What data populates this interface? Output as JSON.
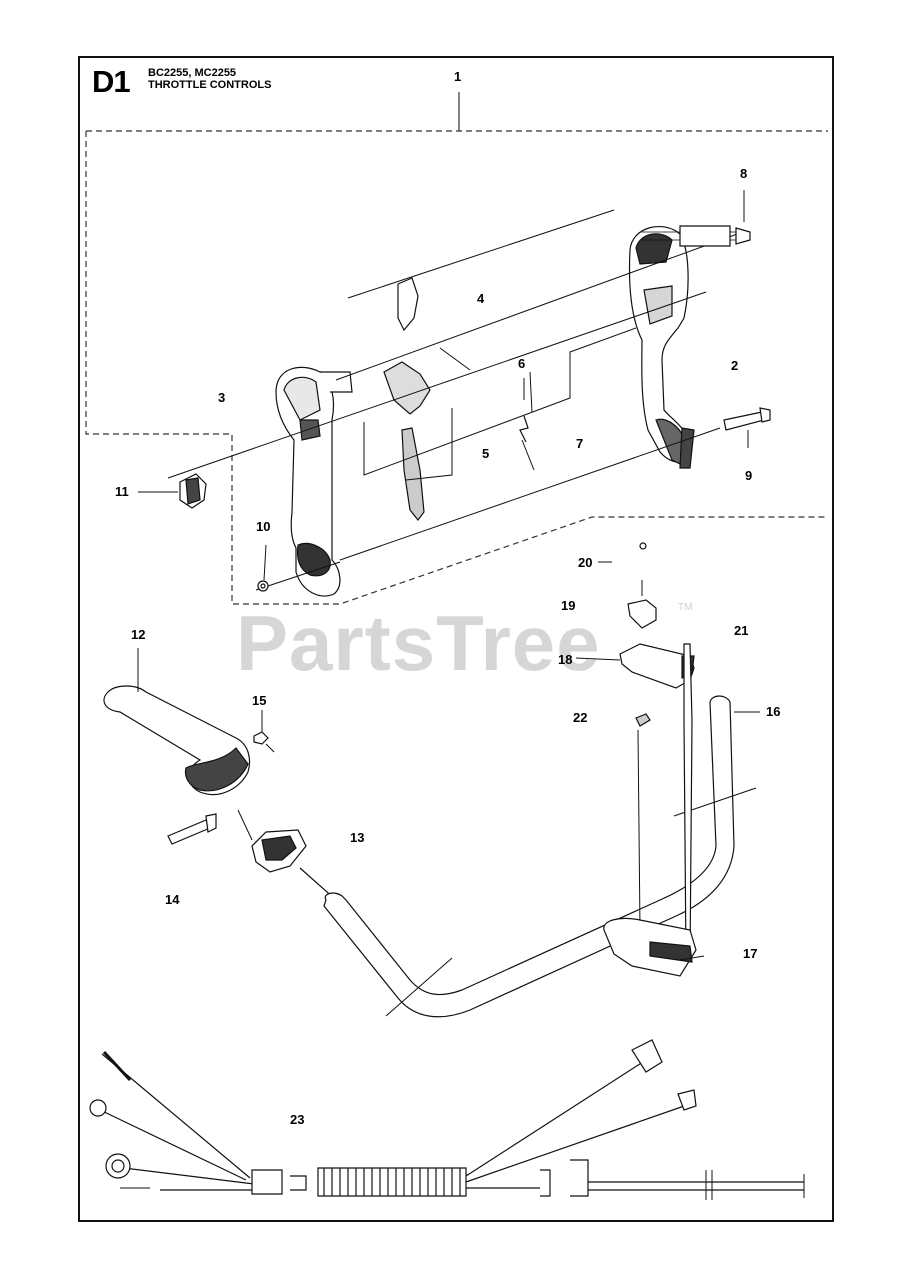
{
  "header": {
    "diagram_code": "D1",
    "models": "BC2255, MC2255",
    "section_title": "THROTTLE CONTROLS"
  },
  "watermark": {
    "text": "PartsTree",
    "trademark": "TM"
  },
  "callouts": {
    "p1": "1",
    "p2": "2",
    "p3": "3",
    "p4": "4",
    "p5": "5",
    "p6": "6",
    "p7": "7",
    "p8": "8",
    "p9": "9",
    "p10": "10",
    "p11": "11",
    "p12": "12",
    "p13": "13",
    "p14": "14",
    "p15": "15",
    "p16": "16",
    "p17": "17",
    "p18": "18",
    "p19": "19",
    "p20": "20",
    "p21": "21",
    "p22": "22",
    "p23": "23"
  }
}
